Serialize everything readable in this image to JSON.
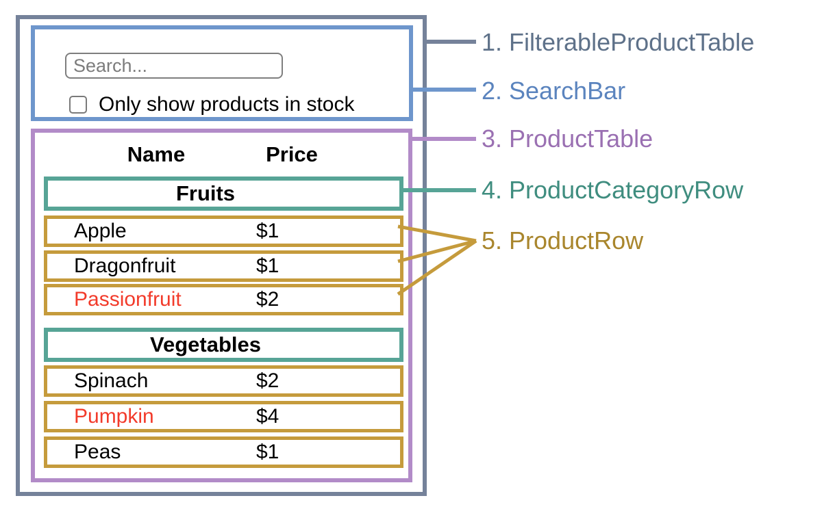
{
  "diagram": {
    "labels": [
      {
        "text": "1. FilterableProductTable",
        "color": "#5E7189"
      },
      {
        "text": "2. SearchBar",
        "color": "#5B84BE"
      },
      {
        "text": "3. ProductTable",
        "color": "#9A70B2"
      },
      {
        "text": "4. ProductCategoryRow",
        "color": "#3F8D7F"
      },
      {
        "text": "5. ProductRow",
        "color": "#A9862D"
      }
    ]
  },
  "search_bar": {
    "input_placeholder": "Search...",
    "input_value": "",
    "checkbox_label": "Only show products in stock",
    "checkbox_checked": false
  },
  "product_table": {
    "columns": {
      "name": "Name",
      "price": "Price"
    },
    "sections": [
      {
        "category": "Fruits",
        "rows": [
          {
            "name": "Apple",
            "price": "$1",
            "highlighted": false
          },
          {
            "name": "Dragonfruit",
            "price": "$1",
            "highlighted": false
          },
          {
            "name": "Passionfruit",
            "price": "$2",
            "highlighted": true
          }
        ]
      },
      {
        "category": "Vegetables",
        "rows": [
          {
            "name": "Spinach",
            "price": "$2",
            "highlighted": false
          },
          {
            "name": "Pumpkin",
            "price": "$4",
            "highlighted": true
          },
          {
            "name": "Peas",
            "price": "$1",
            "highlighted": false
          }
        ]
      }
    ]
  },
  "colors": {
    "outline_filterable_product_table": "#75829A",
    "outline_search_bar": "#6E96CC",
    "outline_product_table": "#B28BC8",
    "outline_product_category_row": "#57A496",
    "outline_product_row": "#C59B3C",
    "highlighted_text": "#F23B2B"
  }
}
